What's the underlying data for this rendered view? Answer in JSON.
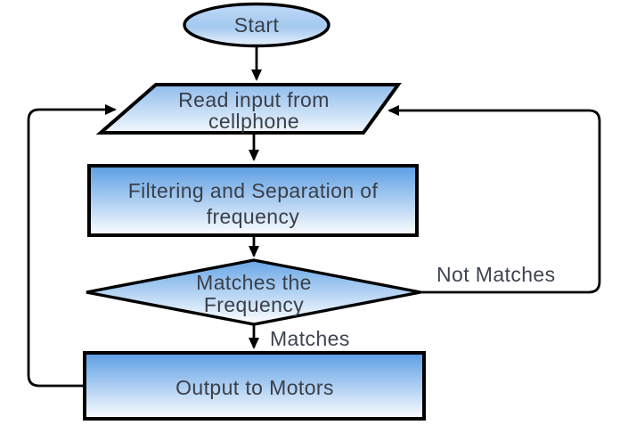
{
  "flowchart": {
    "type": "flowchart",
    "nodes": {
      "start": {
        "shape": "terminator",
        "label": "Start"
      },
      "read_input": {
        "shape": "input-output-parallelogram",
        "line1": "Read input from",
        "line2": "cellphone"
      },
      "filtering": {
        "shape": "process-rectangle",
        "line1": "Filtering and Separation of",
        "line2": "frequency"
      },
      "decision": {
        "shape": "decision-diamond",
        "line1": "Matches the",
        "line2": "Frequency"
      },
      "output": {
        "shape": "process-rectangle",
        "label": "Output to Motors"
      }
    },
    "edges": {
      "start_to_read": {
        "from": "start",
        "to": "read_input",
        "label": ""
      },
      "read_to_filtering": {
        "from": "read_input",
        "to": "filtering",
        "label": ""
      },
      "filtering_to_decision": {
        "from": "filtering",
        "to": "decision",
        "label": ""
      },
      "decision_to_output": {
        "matches_label": "Matches"
      },
      "decision_no_loop": {
        "not_matches_label": "Not Matches"
      },
      "output_back_loop": {
        "from": "output",
        "to": "read_input",
        "label": ""
      }
    },
    "colors": {
      "shape_border": "#000000",
      "connector": "#000000",
      "shape_text": "#3a3f48",
      "label_text": "#3d4452",
      "fill_top_strong": "#5b9de4",
      "fill_top_mid": "#8fbcec",
      "fill_top_light": "#bed9f6",
      "fill_bottom": "#ffffff",
      "background": "#ffffff"
    }
  }
}
